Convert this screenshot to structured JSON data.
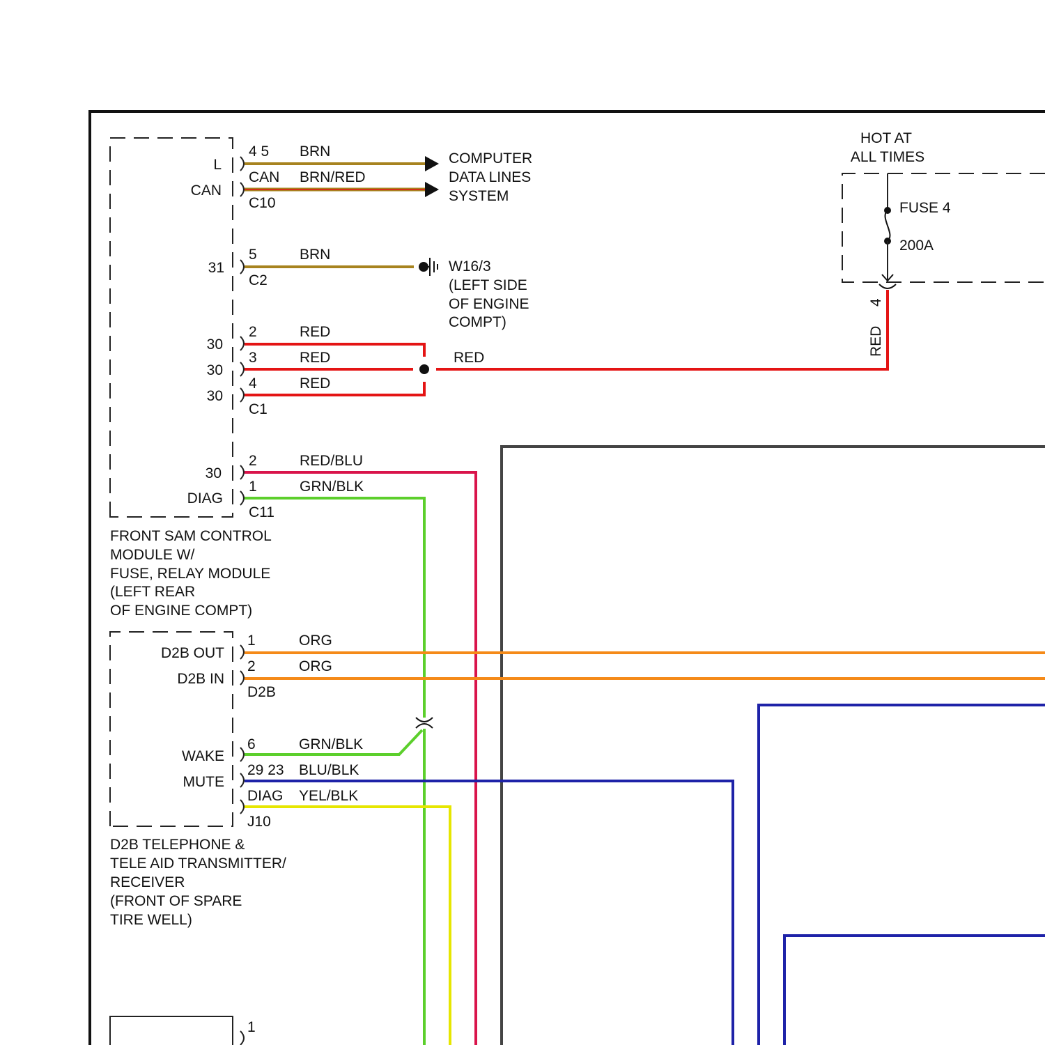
{
  "colors": {
    "brn": "#a7831f",
    "red": "#e41414",
    "red_blu": "#d9144b",
    "grn_blk": "#5ccf2c",
    "org": "#f58a18",
    "blu_blk": "#1e22a8",
    "yel_blk": "#e6e600"
  },
  "front_sam": {
    "pin_labels": {
      "l": "L",
      "can": "CAN",
      "p31": "31",
      "p30a": "30",
      "p30b": "30",
      "p30c": "30",
      "p30d": "30",
      "diag": "DIAG"
    },
    "description": [
      "FRONT SAM CONTROL",
      "MODULE W/",
      "FUSE, RELAY MODULE",
      "(LEFT REAR",
      "OF ENGINE COMPT)"
    ]
  },
  "connectors": {
    "c10": {
      "pin_top": "4 5",
      "pin_mid": "CAN",
      "name": "C10",
      "wire_top": "BRN",
      "wire_mid": "BRN/RED"
    },
    "c2": {
      "pin": "5",
      "name": "C2",
      "wire": "BRN"
    },
    "c1": {
      "pins": [
        "2",
        "3",
        "4"
      ],
      "name": "C1",
      "wires": [
        "RED",
        "RED",
        "RED"
      ]
    },
    "c11": {
      "pins": [
        "2",
        "1"
      ],
      "name": "C11",
      "wires": [
        "RED/BLU",
        "GRN/BLK"
      ]
    },
    "d2b": {
      "pins": [
        "1",
        "2"
      ],
      "name": "D2B",
      "wires": [
        "ORG",
        "ORG"
      ]
    },
    "j10": {
      "pins": [
        "6",
        "29 23",
        "DIAG"
      ],
      "name": "J10",
      "wires": [
        "GRN/BLK",
        "BLU/BLK",
        "YEL/BLK"
      ]
    },
    "bottom": {
      "pin": "1"
    }
  },
  "computer_data_lines": [
    "COMPUTER",
    "DATA LINES",
    "SYSTEM"
  ],
  "ground": {
    "label": [
      "W16/3",
      "(LEFT SIDE",
      "OF ENGINE",
      "COMPT)"
    ]
  },
  "splice_wire_label": "RED",
  "fuse_box": {
    "hot_label": [
      "HOT AT",
      "ALL TIMES"
    ],
    "fuse_name": "FUSE 4",
    "fuse_rating": "200A",
    "pin": "4",
    "wire": "RED"
  },
  "telephone": {
    "pin_labels": {
      "d2b_out": "D2B OUT",
      "d2b_in": "D2B IN",
      "wake": "WAKE",
      "mute": "MUTE"
    },
    "description": [
      "D2B TELEPHONE &",
      "TELE AID TRANSMITTER/",
      "RECEIVER",
      "(FRONT OF SPARE",
      "TIRE WELL)"
    ]
  }
}
